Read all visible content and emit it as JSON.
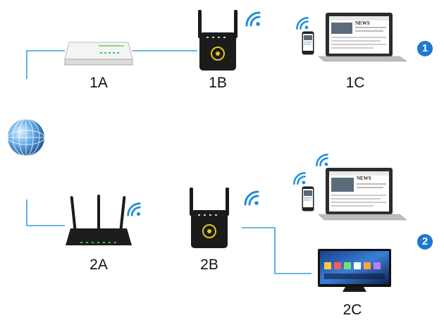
{
  "labels": {
    "l1a": "1A",
    "l1b": "1B",
    "l1c": "1C",
    "l2a": "2A",
    "l2b": "2B",
    "l2c": "2C"
  },
  "badges": {
    "b1": "1",
    "b2": "2"
  },
  "screen_text": {
    "news": "NEWS"
  },
  "colors": {
    "wire": "#3aa0d8",
    "wifi": "#1e8fd6",
    "badge": "#1e78d0",
    "led_green": "#2ad14a",
    "device_dark": "#1a1a1a",
    "router_white": "#eeeeee"
  },
  "icons": [
    "globe-icon",
    "wifi-icon",
    "modem-icon",
    "router-icon",
    "repeater-icon",
    "laptop-icon",
    "phone-icon",
    "tv-icon"
  ]
}
